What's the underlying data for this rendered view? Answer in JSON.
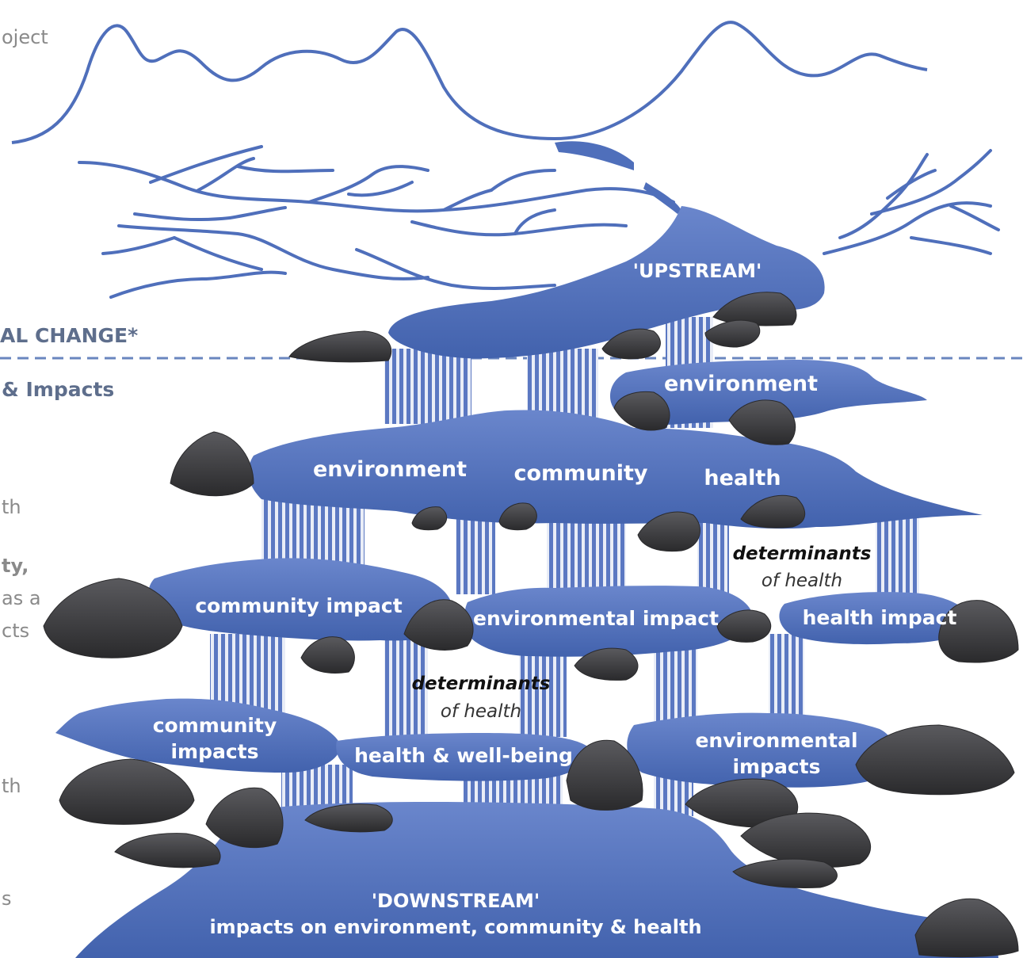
{
  "diagram": {
    "left_fragments": {
      "project": "oject",
      "change": "AL CHANGE*",
      "impacts": "& Impacts",
      "frag_th1": "th",
      "frag_ty": "ty,",
      "frag_as_a": "as a",
      "frag_cts": "cts",
      "frag_th2": "th",
      "frag_s": "s"
    },
    "labels": {
      "upstream": "'UPSTREAM'",
      "environment_top": "environment",
      "environment_mid": "environment",
      "community_mid": "community",
      "health_mid": "health",
      "determinants_1_bold": "determinants",
      "determinants_1_rest": "of health",
      "community_impact": "community impact",
      "environmental_impact": "environmental impact",
      "health_impact": "health impact",
      "determinants_2_bold": "determinants",
      "determinants_2_rest": "of health",
      "community_impacts_1": "community",
      "community_impacts_2": "impacts",
      "health_wellbeing": "health & well-being",
      "environmental_impacts_1": "environmental",
      "environmental_impacts_2": "impacts",
      "downstream_1": "'DOWNSTREAM'",
      "downstream_2": "impacts on environment, community & health"
    },
    "colors": {
      "water": "#4f6fbb",
      "water_light": "#7d95d0",
      "rock": "#3a3a3c",
      "line": "#4f6fbb",
      "dashed": "#6a86bf"
    }
  }
}
